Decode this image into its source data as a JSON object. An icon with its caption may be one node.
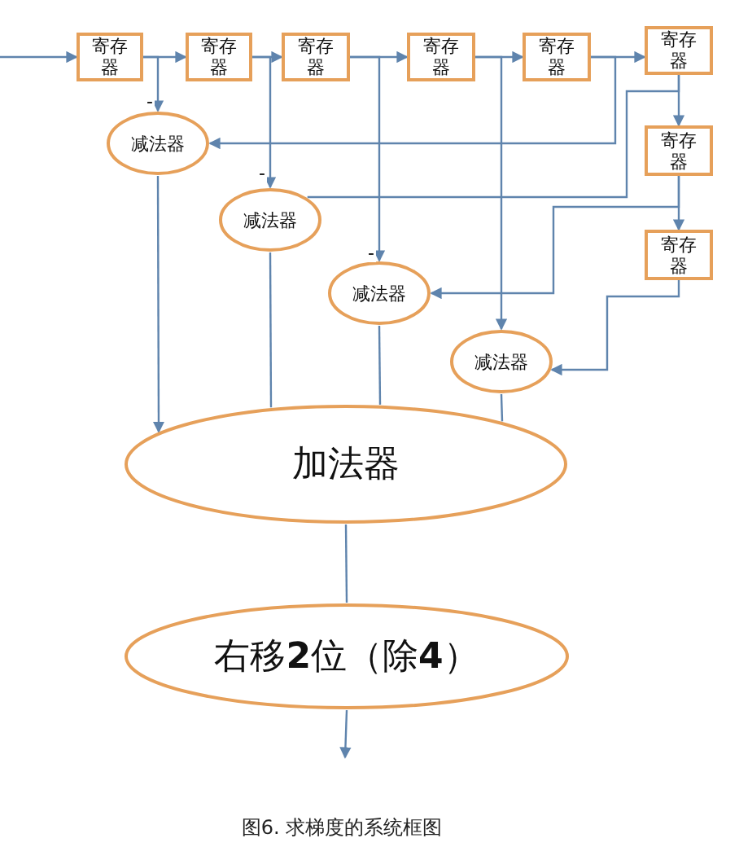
{
  "diagram": {
    "caption": "图6. 求梯度的系统框图",
    "nodes": [
      {
        "text": [
          "寄存器"
        ]
      },
      {
        "text": [
          "寄存器"
        ]
      },
      {
        "text": [
          "寄存器"
        ]
      },
      {
        "text": [
          "寄存器"
        ]
      },
      {
        "text": [
          "寄存器"
        ]
      },
      {
        "text": [
          "寄存器"
        ]
      },
      {
        "text": [
          "寄存器"
        ]
      },
      {
        "text": [
          "寄存器"
        ]
      },
      {
        "text": [
          "减法器"
        ]
      },
      {
        "text": [
          "减法器"
        ]
      },
      {
        "text": [
          "减法器"
        ]
      },
      {
        "text": [
          "减法器"
        ]
      },
      {
        "text": [
          "加法器"
        ]
      },
      {
        "text": [
          "右移**2**位（除**4**）"
        ]
      }
    ],
    "edges": [
      {
        "from": null,
        "to": 0,
        "arrow": "to"
      },
      {
        "from": 0,
        "to": 1,
        "arrow": "to"
      },
      {
        "from": 1,
        "to": 2,
        "arrow": "to"
      },
      {
        "from": 2,
        "to": 3,
        "arrow": "to"
      },
      {
        "from": 3,
        "to": 4,
        "arrow": "to"
      },
      {
        "from": 4,
        "to": 5,
        "arrow": "to"
      },
      {
        "from": 0,
        "to": 8,
        "arrow": "to",
        "label": "-"
      },
      {
        "from": 1,
        "to": 9,
        "arrow": "to",
        "label": "-"
      },
      {
        "from": 2,
        "to": 10,
        "arrow": "to",
        "label": "-"
      },
      {
        "from": 3,
        "to": 11,
        "arrow": "to"
      },
      {
        "from": 4,
        "to": 8,
        "arrow": "to"
      },
      {
        "from": 5,
        "to": 6,
        "arrow": "to"
      },
      {
        "from": 5,
        "to": 9,
        "arrow": "none"
      },
      {
        "from": 6,
        "to": 7,
        "arrow": "to"
      },
      {
        "from": 6,
        "to": 10,
        "arrow": "to"
      },
      {
        "from": 7,
        "to": 11,
        "arrow": "to"
      },
      {
        "from": 8,
        "to": 12,
        "arrow": "to"
      },
      {
        "from": 9,
        "to": 12,
        "arrow": "none"
      },
      {
        "from": 10,
        "to": 12,
        "arrow": "none"
      },
      {
        "from": 11,
        "to": 12,
        "arrow": "none"
      },
      {
        "from": 12,
        "to": 13,
        "arrow": "none"
      },
      {
        "from": 13,
        "to": null,
        "arrow": "to"
      }
    ]
  }
}
